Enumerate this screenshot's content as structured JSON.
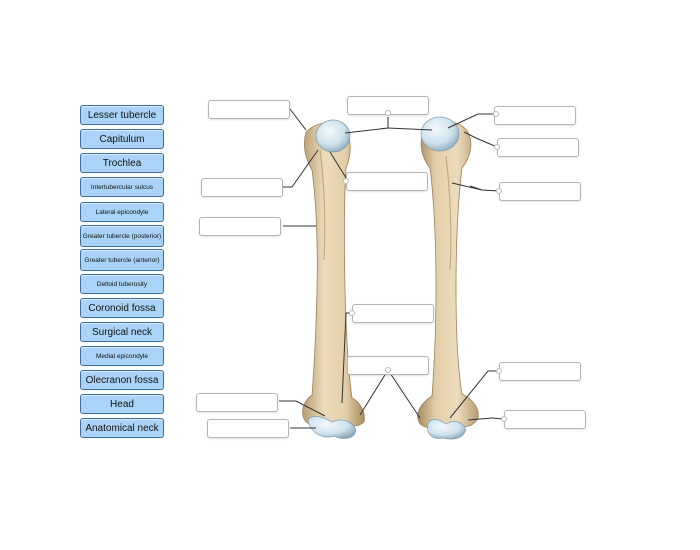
{
  "terms": [
    {
      "label": "Lesser tubercle"
    },
    {
      "label": "Capitulum"
    },
    {
      "label": "Trochlea"
    },
    {
      "label": "Intertubercular sulcus"
    },
    {
      "label": "Lateral epicondyle"
    },
    {
      "label": "Greater tubercle (posterior)"
    },
    {
      "label": "Greater tubercle (anterior)"
    },
    {
      "label": "Deltoid tuberosity"
    },
    {
      "label": "Coronoid fossa"
    },
    {
      "label": "Surgical neck"
    },
    {
      "label": "Medial epicondyle"
    },
    {
      "label": "Olecranon fossa"
    },
    {
      "label": "Head"
    },
    {
      "label": "Anatomical neck"
    }
  ],
  "colors": {
    "term_fill": "#a9d4f7",
    "term_border": "#3d6f9c",
    "bone": "#e6d2ae",
    "bone_shadow": "#b89c70",
    "cartilage": "#cfe3ee",
    "leader_line": "#333333",
    "drop_border": "#b4b4b4"
  },
  "icons": [
    "humerus-anterior-illustration",
    "humerus-posterior-illustration"
  ]
}
